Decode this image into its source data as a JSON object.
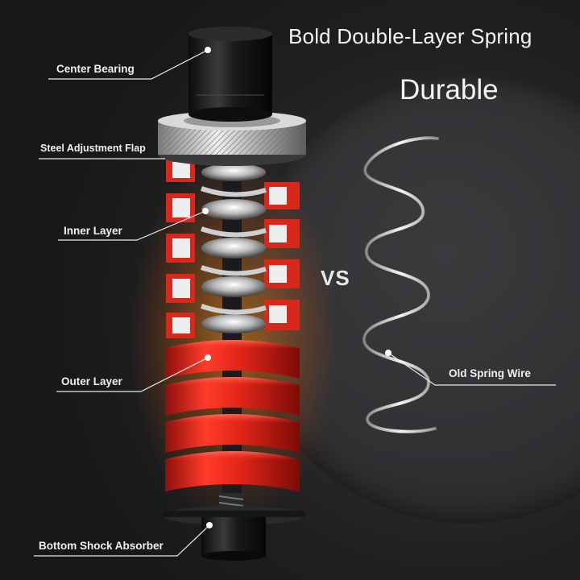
{
  "heading": {
    "title": "Bold Double-Layer Spring",
    "subtitle": "Durable"
  },
  "comparison": {
    "vs_label": "VS"
  },
  "callouts": {
    "center_bearing": "Center Bearing",
    "steel_adjustment_flap": "Steel Adjustment Flap",
    "inner_layer": "Inner Layer",
    "outer_layer": "Outer Layer",
    "bottom_shock_absorber": "Bottom Shock Absorber",
    "old_spring_wire": "Old Spring Wire"
  },
  "colors": {
    "background": "#1c1c1e",
    "spring_red": "#e0281c",
    "metal_silver": "#c8c8c8",
    "text": "#f0f0f0"
  }
}
